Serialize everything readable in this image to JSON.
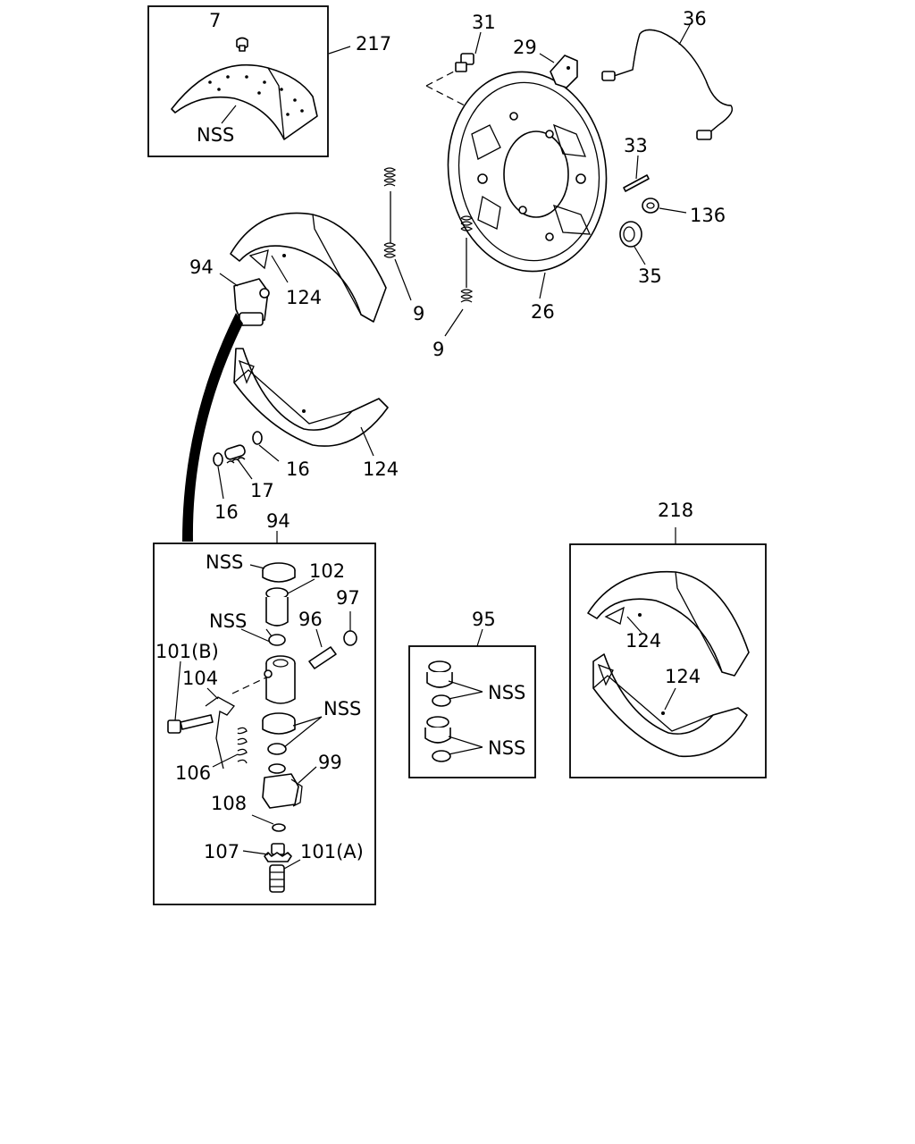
{
  "labels": {
    "l7": "7",
    "l217": "217",
    "lnss_lining": "NSS",
    "l31": "31",
    "l29": "29",
    "l36": "36",
    "l33": "33",
    "l136": "136",
    "l35": "35",
    "l26": "26",
    "l94_top": "94",
    "l124_upper": "124",
    "l9_upper": "9",
    "l9_lower": "9",
    "l124_lower": "124",
    "l16_right": "16",
    "l17": "17",
    "l16_left": "16",
    "l94_box": "94",
    "lnss_cap": "NSS",
    "l102": "102",
    "l97": "97",
    "lnss_cup": "NSS",
    "l96": "96",
    "l101b": "101(B)",
    "l104": "104",
    "lnss_mid": "NSS",
    "l106": "106",
    "l99": "99",
    "l108": "108",
    "l107": "107",
    "l101a": "101(A)",
    "l95": "95",
    "lnss_95a": "NSS",
    "lnss_95b": "NSS",
    "l218": "218",
    "l124_box_upper": "124",
    "l124_box_lower": "124"
  }
}
